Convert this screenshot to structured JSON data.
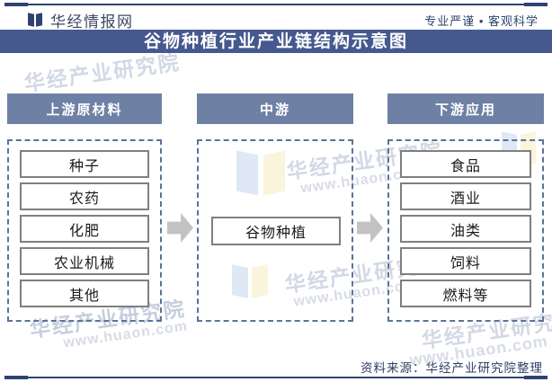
{
  "page": {
    "brand": "华经情报网",
    "slogan": "专业严谨 • 客观科学",
    "title": "谷物种植行业产业链结构示意图",
    "source_note": "资料来源：华经产业研究院整理"
  },
  "diagram": {
    "columns": [
      {
        "header": "上游原材料",
        "items": [
          "种子",
          "农药",
          "化肥",
          "农业机械",
          "其他"
        ]
      },
      {
        "header": "中游",
        "items": [
          "谷物种植"
        ]
      },
      {
        "header": "下游应用",
        "items": [
          "食品",
          "酒业",
          "油类",
          "饲料",
          "燃料等"
        ]
      }
    ]
  },
  "watermark": {
    "text": "华经产业研究院",
    "url": "www.huaon.com"
  },
  "colors": {
    "navy_rule": "#2e4272",
    "title_bar": "#46598e",
    "column_header": "#6e81a5",
    "dashed_border": "#5b729b",
    "box_border": "#7f7f7f",
    "arrow_gray": "#c2c2c2",
    "footer_text": "#2b3f63"
  }
}
